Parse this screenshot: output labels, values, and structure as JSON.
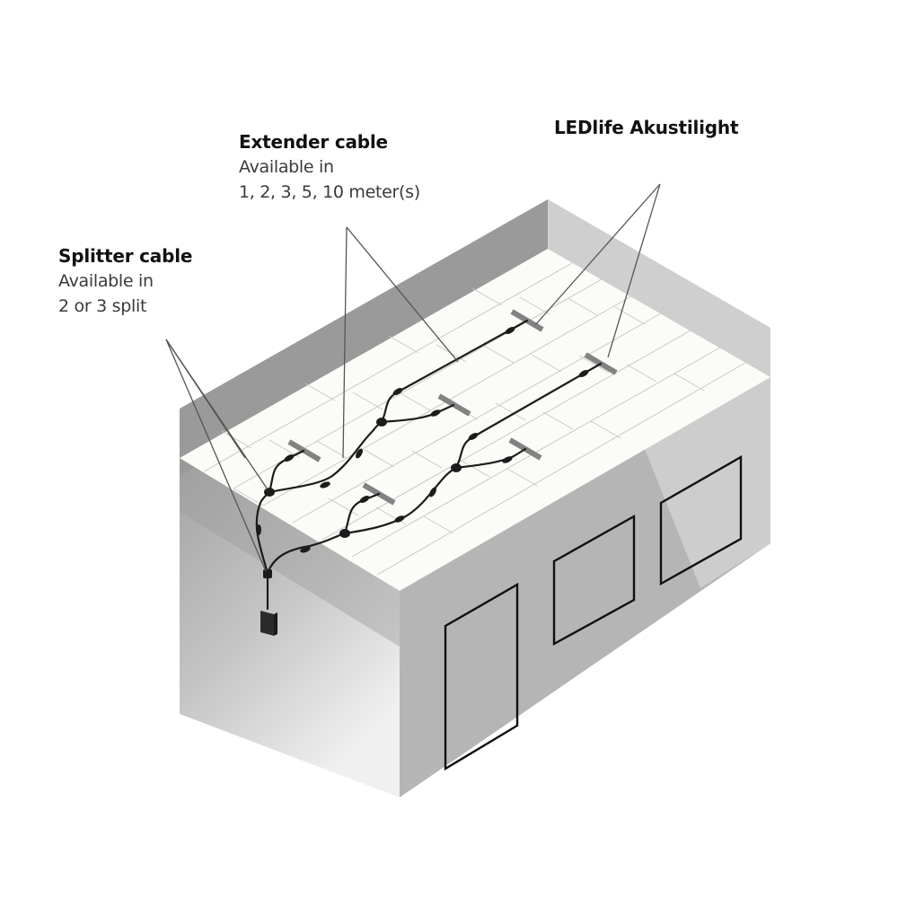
{
  "labels": {
    "extender": {
      "title": "Extender cable",
      "lines": [
        "Available in",
        "1, 2, 3, 5, 10 meter(s)"
      ]
    },
    "splitter": {
      "title": "Splitter cable",
      "lines": [
        "Available in",
        "2 or 3 split"
      ]
    },
    "akustilight": {
      "title": "LEDlife Akustilight"
    }
  },
  "colors": {
    "ceiling": "#fbfbf8",
    "ceiling_grid": "#c8c8c8",
    "back_wall_left_top": "#9a9a9a",
    "back_wall_right_top": "#cfcfcf",
    "front_wall_left": "#a8a8a8",
    "front_wall_right": "#b4b4b4",
    "floor_shadow": "#e6e6e6",
    "led_panel": "#808080",
    "cable": "#1c1c1c",
    "leader_line": "#555555",
    "outline": "#111111"
  },
  "diagram": {
    "components": [
      {
        "name": "LEDlife Akustilight",
        "count": 6
      },
      {
        "name": "Extender cable",
        "count": 2
      },
      {
        "name": "Splitter cable",
        "count": 4
      },
      {
        "name": "Driver / power supply",
        "count": 1
      }
    ],
    "room_features": [
      "door",
      "window",
      "window"
    ]
  }
}
